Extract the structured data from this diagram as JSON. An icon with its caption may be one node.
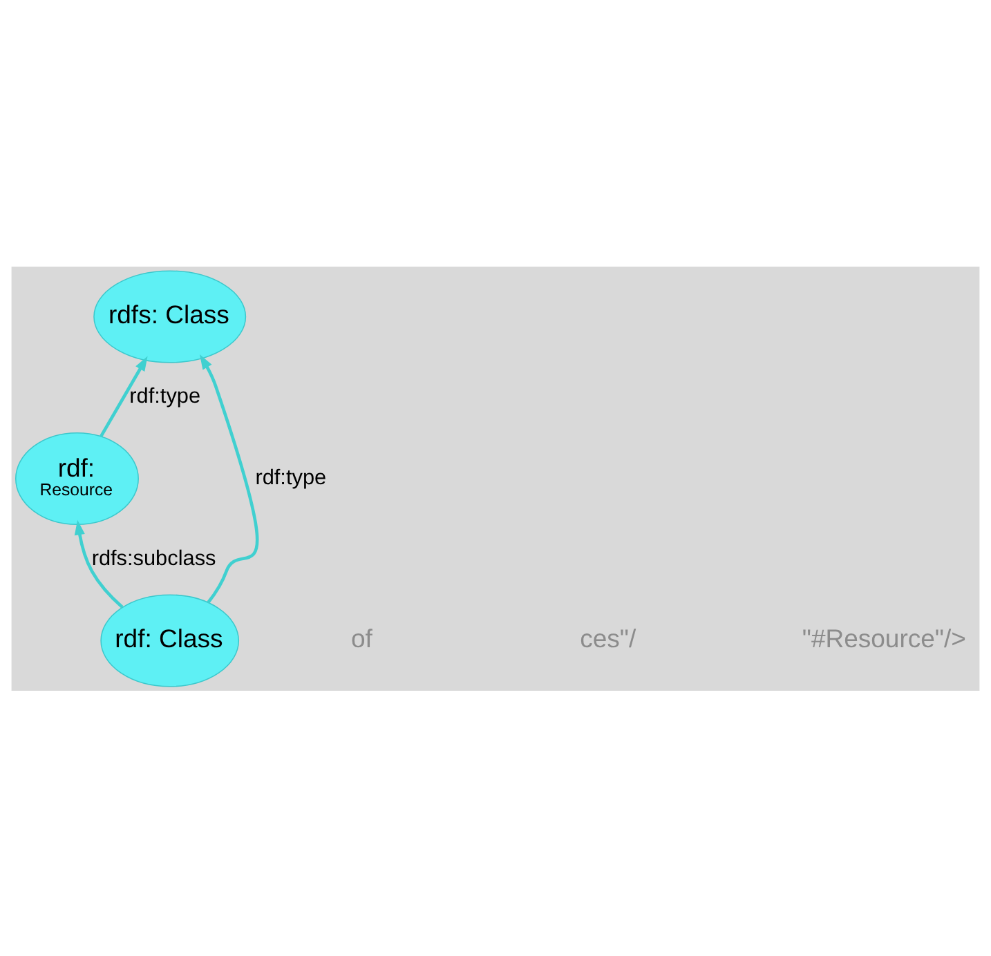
{
  "diagram": {
    "nodes": [
      {
        "text": [
          "rdf:",
          "Resource"
        ]
      },
      {
        "text": [
          "rdfs: Class"
        ]
      },
      {
        "text": [
          "rdf: Class"
        ]
      }
    ],
    "edges": [
      {
        "from": 0,
        "to": 1,
        "arrow": "to",
        "label": "rdf:type"
      },
      {
        "from": 2,
        "to": 0,
        "arrow": "to",
        "label": "rdfs:subclass"
      },
      {
        "from": 2,
        "to": 1,
        "arrow": "to",
        "label": "rdf:type"
      }
    ],
    "labels": [
      "of",
      "ces\"/",
      "\"#Resource\"/>"
    ]
  }
}
